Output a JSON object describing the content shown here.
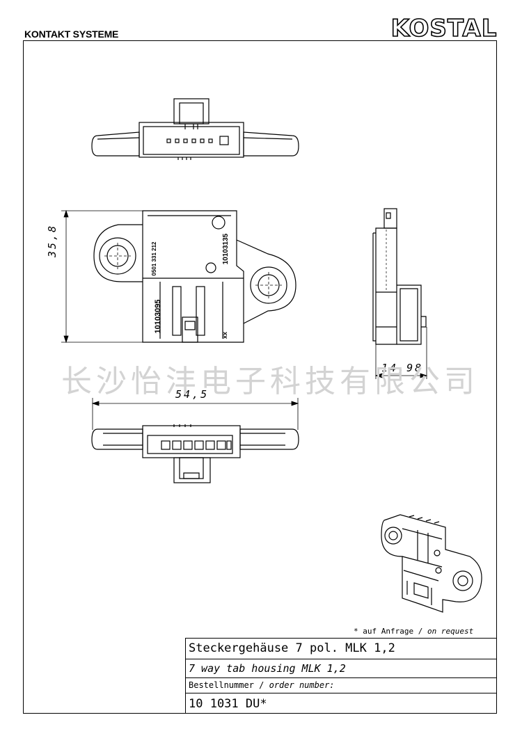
{
  "header": {
    "company_label": "KONTAKT SYSTEME",
    "logo_text": "KOSTAL"
  },
  "dimensions": {
    "height": "35,8",
    "depth": "14,98",
    "width": "54,5"
  },
  "part_markings": {
    "code_a": "0501 331 212",
    "code_b": "10103135",
    "code_c": "10103095",
    "mark_xx": "xx"
  },
  "watermark": "长沙怡沣电子科技有限公司",
  "note": {
    "de": "* auf Anfrage / ",
    "en": "on request"
  },
  "title_block": {
    "title_de": "Steckergehäuse 7 pol. MLK 1,2",
    "title_en": "7 way tab housing MLK 1,2",
    "order_label_de": "Bestellnummer / ",
    "order_label_en": "order number:",
    "order_number": "10 1031 DU*"
  }
}
